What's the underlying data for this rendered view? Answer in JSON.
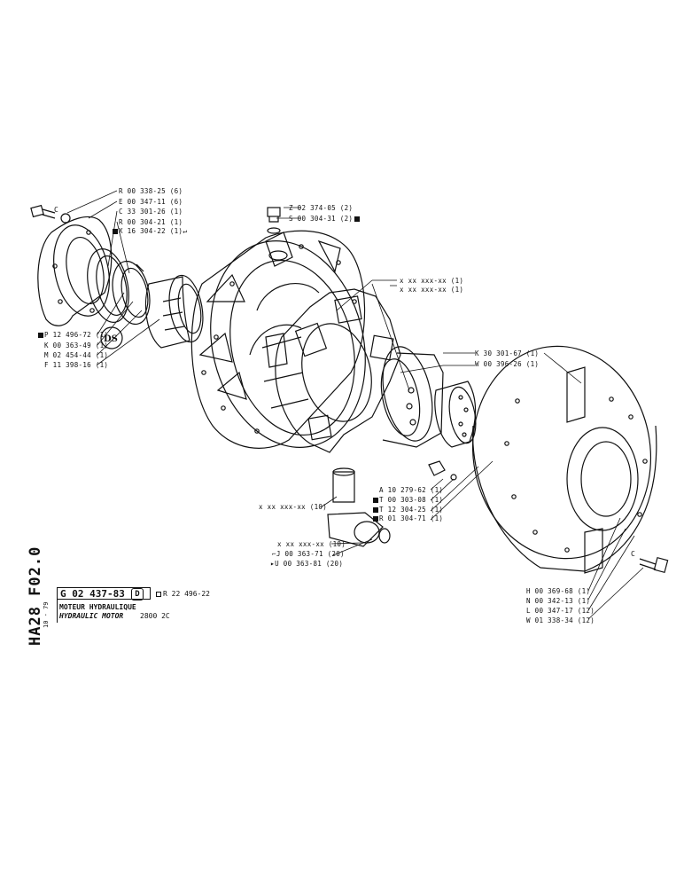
{
  "title_block": {
    "sheet_code": "HA28 F02.0",
    "date_code": "10 - 79",
    "drawing_number": "G 02 437-83",
    "revision": "D",
    "reference": "R 22 496-22",
    "title_fr": "MOTEUR HYDRAULIQUE",
    "title_en": "HYDRAULIC MOTOR",
    "model": "2800 2C"
  },
  "labels": {
    "l1": "R 00 338-25 (6)",
    "l2": "E 00 347-11 (6)",
    "l3": "C 33 301-26 (1)",
    "l4": "R 00 304-21 (1)",
    "l5": "X 16 304-22 (1)",
    "l6": "Z 02 374-05 (2)",
    "l7": "S 00 304-31 (2)",
    "l8": "x xx xxx-xx (1)",
    "l9": "x xx xxx-xx (1)",
    "l10": "K 30 301-67 (1)",
    "l11": "W 00 396-26 (1)",
    "l12": "P 12 496-72 (1)",
    "l13": "K 00 363-49 (1)",
    "l14": "M 02 454-44 (1)",
    "l15": "F 11 398-16 (1)",
    "l16": "A 10 279-62 (1)",
    "l17": "T 00 303-08 (1)",
    "l18": "T 12 304-25 (1)",
    "l19": "R 01 304-71 (1)",
    "l20": "x xx xxx-xx (10)",
    "l21": "x xx xxx-xx (10)",
    "l22": "J 00 363-71 (20)",
    "l23": "U 00 363-81 (20)",
    "l24": "H 00 369-68 (1)",
    "l25": "N 00 342-13 (1)",
    "l26": "L 00 347-17 (12)",
    "l27": "W 01 338-34 (12)"
  },
  "callout_letters": {
    "c_small": "C",
    "c_right": "C"
  },
  "stamp_text": "DS"
}
